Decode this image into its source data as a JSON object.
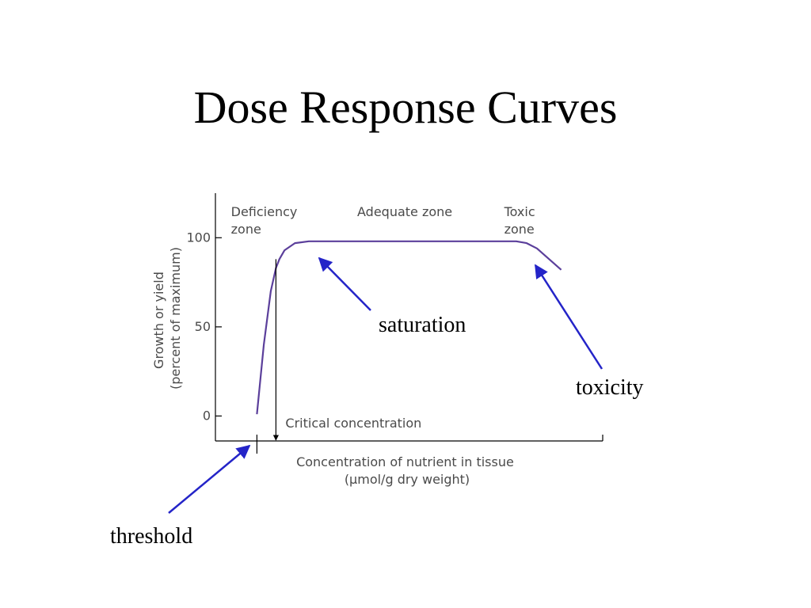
{
  "slide": {
    "title": "Dose Response Curves"
  },
  "chart_data": {
    "type": "line",
    "title": "",
    "xlabel_lines": [
      "Concentration of nutrient in tissue",
      "(µmol/g dry weight)"
    ],
    "ylabel_lines": [
      "Growth or yield",
      "(percent of maximum)"
    ],
    "y_ticks": [
      0,
      50,
      100
    ],
    "ylim": [
      -14,
      125
    ],
    "xlim": [
      -2.4,
      20.0
    ],
    "series": [
      {
        "x": [
          0.0,
          0.4,
          0.8,
          1.1,
          1.3,
          1.6,
          2.2,
          3.0,
          6.0,
          10.0,
          13.0,
          14.0,
          15.0,
          15.6,
          16.2,
          17.6
        ],
        "y": [
          1,
          40,
          70,
          83,
          88,
          93,
          97,
          98,
          98,
          98,
          98,
          98,
          98,
          97,
          94,
          82
        ]
      }
    ],
    "zones": [
      {
        "lines": [
          "Deficiency",
          "zone"
        ],
        "x": -1.5
      },
      {
        "lines": [
          "Adequate zone"
        ],
        "x": 5.8
      },
      {
        "lines": [
          "Toxic",
          "zone"
        ],
        "x": 14.3
      }
    ],
    "critical_marker": {
      "label": "Critical concentration",
      "x": 1.1,
      "y": 88
    },
    "threshold_x": 0.0,
    "annotations": [
      {
        "text": "saturation",
        "point": [
          2.2,
          97
        ]
      },
      {
        "text": "toxicity",
        "point": [
          14.1,
          87
        ]
      },
      {
        "text": "threshold",
        "point": [
          -0.3,
          -15
        ]
      }
    ],
    "colors": {
      "curve": "#5b3f9b",
      "arrow": "#2424c8",
      "axis": "#000000",
      "chart_text": "#4a4a4a",
      "annotation_text": "#000000"
    }
  }
}
